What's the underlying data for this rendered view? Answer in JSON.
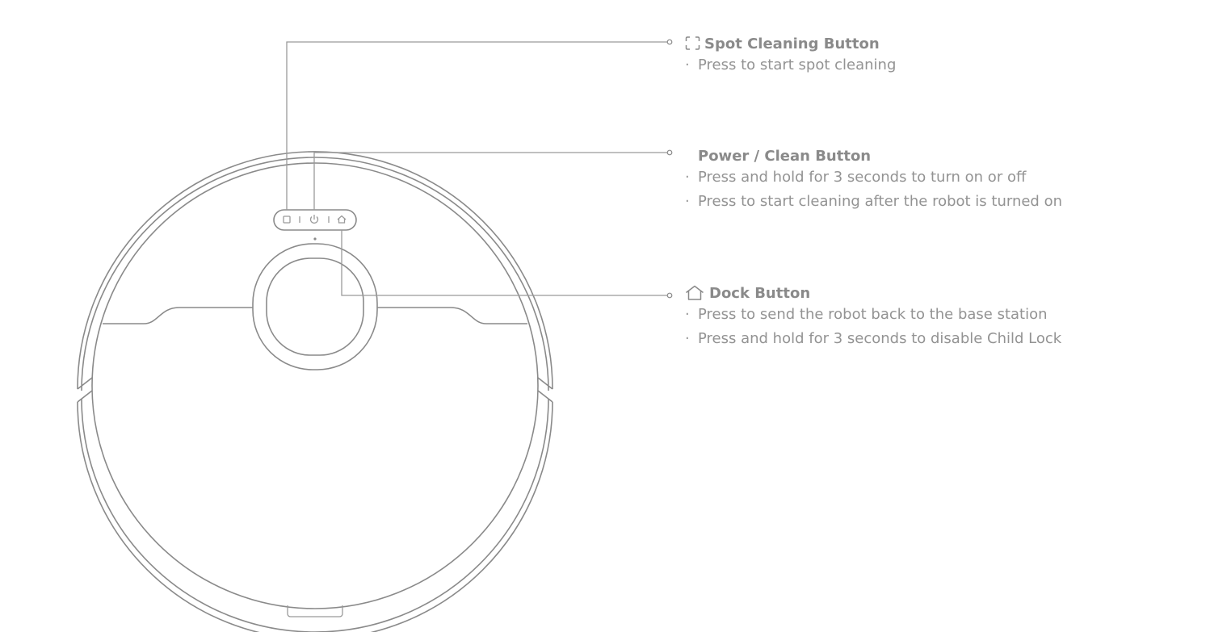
{
  "callouts": {
    "spot": {
      "icon": "spot-cleaning-icon",
      "title": "Spot Cleaning Button",
      "items": [
        "Press to start spot cleaning"
      ]
    },
    "power": {
      "icon": "",
      "title": "Power / Clean Button",
      "items": [
        "Press and hold for 3 seconds to turn on or off",
        "Press to start cleaning after the robot is turned on"
      ]
    },
    "dock": {
      "icon": "home-icon",
      "title": "Dock Button",
      "items": [
        "Press to send the robot back to the base station",
        "Press and hold for 3 seconds to disable Child Lock"
      ]
    }
  },
  "colors": {
    "line": "#8a8a8a",
    "text": "#8d8d8d"
  }
}
